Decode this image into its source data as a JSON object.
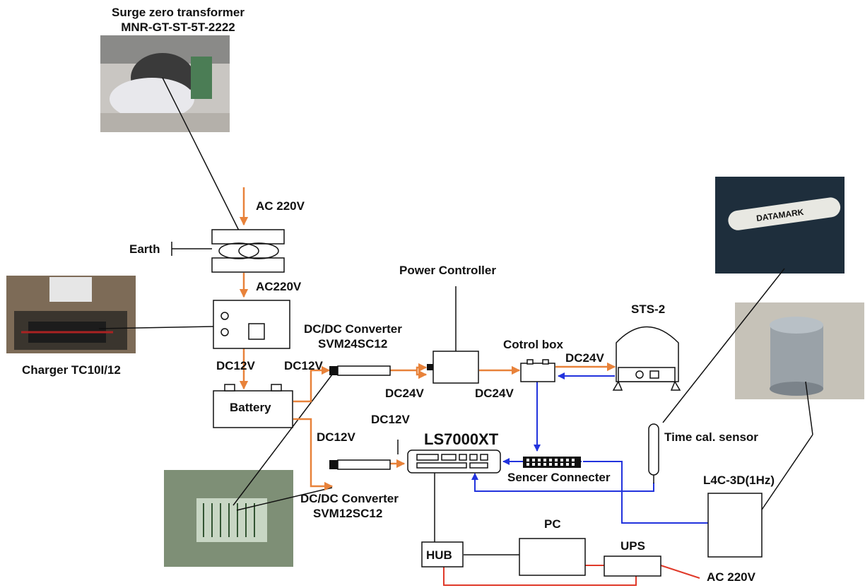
{
  "colors": {
    "power_line": "#e8823a",
    "signal_line": "#2233dd",
    "ac_line": "#e03a2a",
    "outline": "#111111",
    "background": "#ffffff"
  },
  "labels": {
    "transformer_title_1": "Surge zero transformer",
    "transformer_title_2": "MNR-GT-ST-5T-2222",
    "ac_220v_top": "AC 220V",
    "earth": "Earth",
    "ac220v_mid": "AC220V",
    "charger": "Charger TC10I/12",
    "dc12v_charger": "DC12V",
    "dc12v_conv_in": "DC12V",
    "battery": "Battery",
    "dcdc_top_1": "DC/DC Converter",
    "dcdc_top_2": "SVM24SC12",
    "power_controller": "Power Controller",
    "dc24v_1": "DC24V",
    "dc24v_2": "DC24V",
    "control_box": "Cotrol box",
    "dc24v_3": "DC24V",
    "sts2": "STS-2",
    "dc12v_lower_a": "DC12V",
    "dc12v_lower_b": "DC12V",
    "ls7000xt": "LS7000XT",
    "sensor_connector": "Sencer Connecter",
    "time_cal_sensor": "Time cal. sensor",
    "l4c": "L4C-3D(1Hz)",
    "dcdc_bottom_1": "DC/DC Converter",
    "dcdc_bottom_2": "SVM12SC12",
    "pc": "PC",
    "hub": "HUB",
    "ups": "UPS",
    "ac_220v_bottom": "AC 220V",
    "gps_device_text": "DATAMARK"
  },
  "icons": {
    "transformer_photo": "transformer-photo",
    "charger_photo": "charger-photo",
    "gps_photo": "gps-antenna-photo",
    "seismometer_photo": "seismometer-photo",
    "converter_board_photo": "converter-board-photo",
    "earth_symbol": "ground-icon"
  }
}
